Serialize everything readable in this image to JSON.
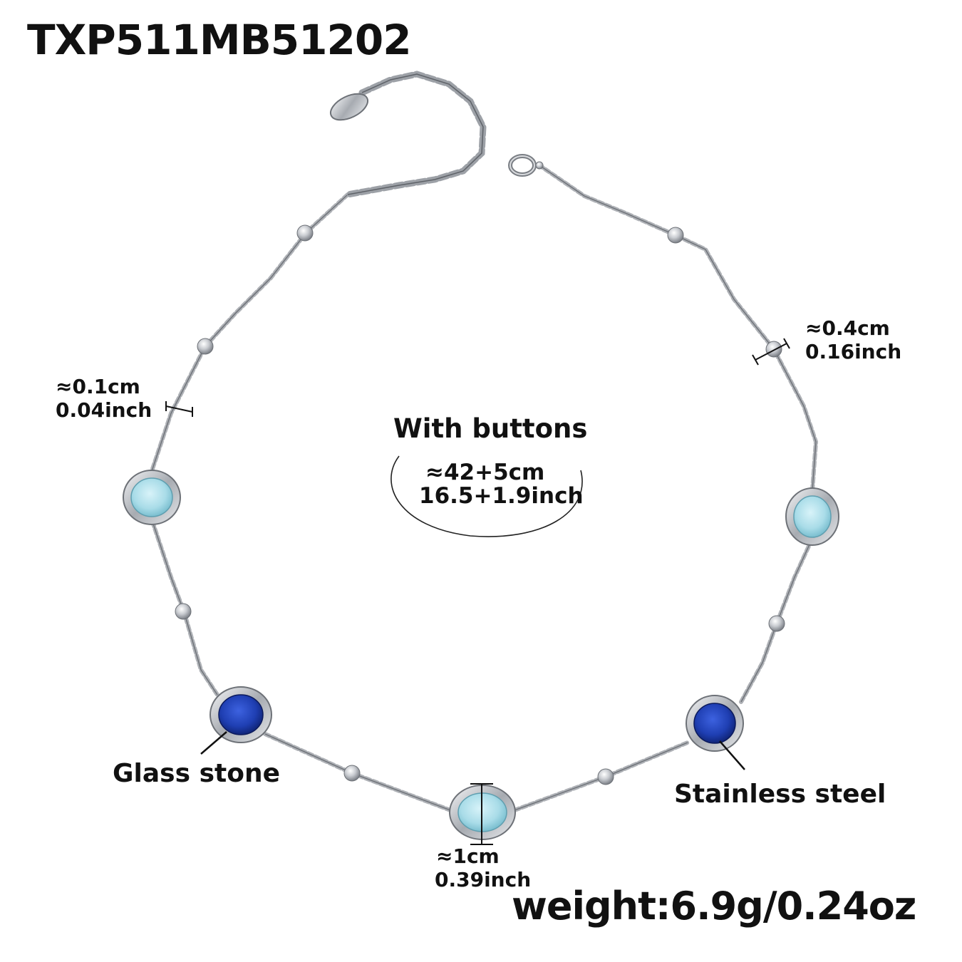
{
  "product": {
    "sku": "TXP511MB51202",
    "weight": "weight:6.9g/0.24oz"
  },
  "center_note": {
    "title": "With buttons",
    "length_cm": "≈42+5cm",
    "length_inch": "16.5+1.9inch"
  },
  "dimensions": {
    "chain": {
      "cm": "≈0.1cm",
      "inch": "0.04inch"
    },
    "bead": {
      "cm": "≈0.4cm",
      "inch": "0.16inch"
    },
    "stone": {
      "cm": "≈1cm",
      "inch": "0.39inch"
    }
  },
  "labels": {
    "glass": "Glass stone",
    "steel": "Stainless steel"
  },
  "colors": {
    "metal": "#b9bcc1",
    "light_stone": "#a9dce8",
    "dark_stone": "#1f3fb3"
  }
}
